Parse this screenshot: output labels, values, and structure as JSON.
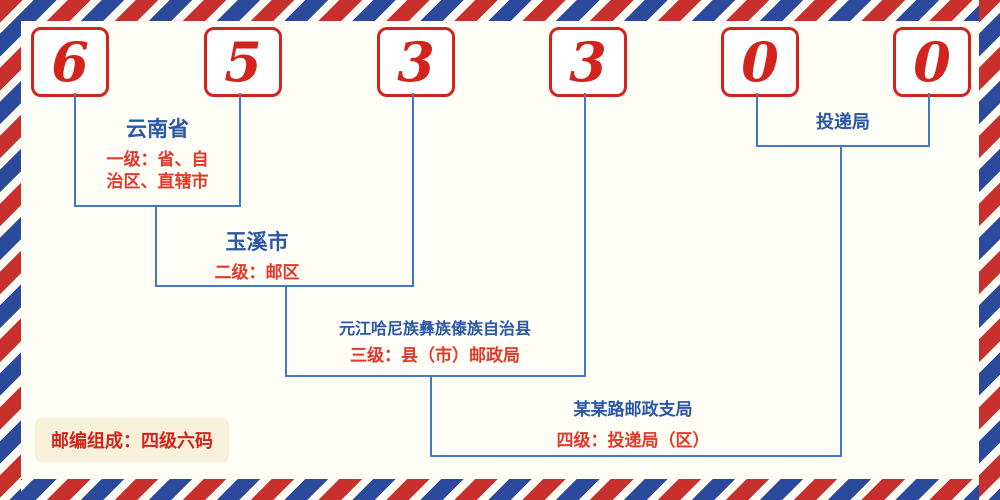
{
  "postal_code": {
    "digits": [
      "6",
      "5",
      "3",
      "3",
      "0",
      "0"
    ]
  },
  "levels": {
    "level1": {
      "name": "云南省",
      "desc_line1": "一级：省、自",
      "desc_line2": "治区、直辖市"
    },
    "level2": {
      "name": "玉溪市",
      "desc": "二级：邮区"
    },
    "level3": {
      "name": "元江哈尼族彝族傣族自治县",
      "desc": "三级：县（市）邮政局"
    },
    "level4": {
      "name": "某某路邮政支局",
      "desc": "四级：投递局（区）"
    },
    "delivery": {
      "name": "投递局"
    }
  },
  "footer": {
    "composition_label": "邮编组成：四级六码"
  },
  "colors": {
    "digit_red": "#d2241c",
    "label_blue": "#2b57a7",
    "label_red": "#e2382b",
    "line_blue": "#4178c8",
    "stripe_red": "#c8302e",
    "stripe_blue": "#2b4a9b",
    "background": "#fffef6",
    "footer_bg": "#f7f0da"
  }
}
